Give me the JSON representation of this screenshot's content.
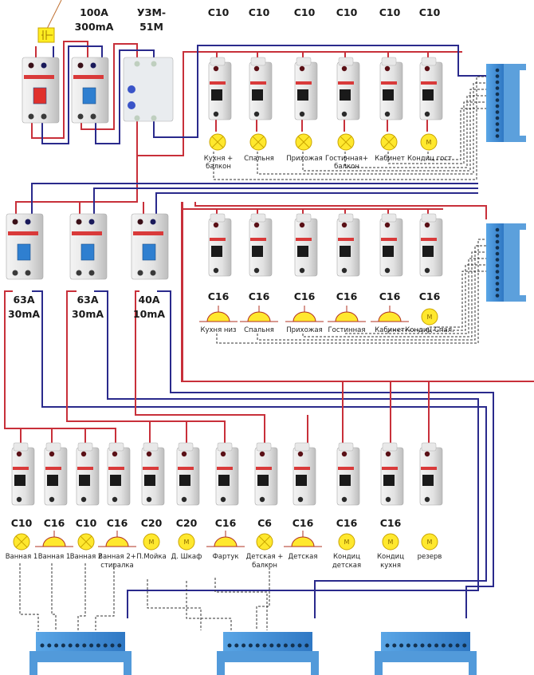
{
  "diagram": {
    "title": "Electrical panel wiring diagram",
    "colors": {
      "phase_wire": "#c8303a",
      "neutral_wire": "#2a2a8c",
      "ground_wire": "#333333",
      "lamp_fill": "#ffe82e",
      "lamp_stroke": "#c9a400",
      "busbar": "#3f8fd6",
      "rcd_handle": "#2f7fd0",
      "main_handle": "#e0302c",
      "breaker_body": "#e6e6e6"
    },
    "top_row": {
      "capacitor_label": "",
      "rcd_main": {
        "rating": "100A",
        "leakage": "300mA"
      },
      "voltage_relay": {
        "line1": "УЗМ-",
        "line2": "51М"
      },
      "breakers": [
        {
          "rating": "C10",
          "load": "Кухня +",
          "load2": "балкон",
          "icon": "lamp"
        },
        {
          "rating": "C10",
          "load": "Спальня",
          "load2": "",
          "icon": "lamp"
        },
        {
          "rating": "C10",
          "load": "Прихожая",
          "load2": "",
          "icon": "lamp"
        },
        {
          "rating": "C10",
          "load": "Гостинная+",
          "load2": "балкон",
          "icon": "lamp"
        },
        {
          "rating": "C10",
          "load": "Кабинет",
          "load2": "",
          "icon": "lamp"
        },
        {
          "rating": "C10",
          "load": "Кондиц гост",
          "load2": "",
          "icon": "motor"
        }
      ]
    },
    "rcds": [
      {
        "rating": "63A",
        "leakage": "30mA"
      },
      {
        "rating": "63A",
        "leakage": "30mA"
      },
      {
        "rating": "40A",
        "leakage": "10mA"
      }
    ],
    "middle_row": {
      "breakers": [
        {
          "rating": "C16",
          "load": "Кухня низ",
          "icon": "socket"
        },
        {
          "rating": "C16",
          "load": "Спальня",
          "icon": "socket"
        },
        {
          "rating": "C16",
          "load": "Прихожая",
          "icon": "socket"
        },
        {
          "rating": "C16",
          "load": "Гостинная",
          "icon": "socket"
        },
        {
          "rating": "C16",
          "load": "Кабинет",
          "icon": "socket"
        },
        {
          "rating": "C16",
          "load": "Кондиц Спал.",
          "icon": "motor"
        }
      ]
    },
    "bottom_row": {
      "breakers": [
        {
          "rating": "C10",
          "load": "Ванная 1",
          "load2": "",
          "icon": "lamp"
        },
        {
          "rating": "C16",
          "load": "Ванная 1",
          "load2": "",
          "icon": "socket"
        },
        {
          "rating": "C10",
          "load": "Ванная 2",
          "load2": "",
          "icon": "lamp"
        },
        {
          "rating": "C16",
          "load": "Ванная 2+",
          "load2": "стиралка",
          "icon": "socket"
        },
        {
          "rating": "C20",
          "load": "П.Мойка",
          "load2": "",
          "icon": "motor"
        },
        {
          "rating": "C20",
          "load": "Д. Шкаф",
          "load2": "",
          "icon": "motor"
        },
        {
          "rating": "C16",
          "load": "Фартук",
          "load2": "",
          "icon": "socket"
        },
        {
          "rating": "C6",
          "load": "Детская +",
          "load2": "балкон",
          "icon": "lamp"
        },
        {
          "rating": "C16",
          "load": "Детская",
          "load2": "",
          "icon": "socket"
        },
        {
          "rating": "C16",
          "load": "Кондиц",
          "load2": "детская",
          "icon": "motor"
        },
        {
          "rating": "C16",
          "load": "Кондиц",
          "load2": "кухня",
          "icon": "motor"
        },
        {
          "rating": "",
          "load": "резерв",
          "load2": "",
          "icon": "motor"
        }
      ]
    },
    "motor_symbol": "M",
    "busbars": [
      "neutral-bus-1",
      "neutral-bus-2",
      "bottom-bus-1",
      "bottom-bus-2",
      "bottom-bus-3"
    ]
  }
}
